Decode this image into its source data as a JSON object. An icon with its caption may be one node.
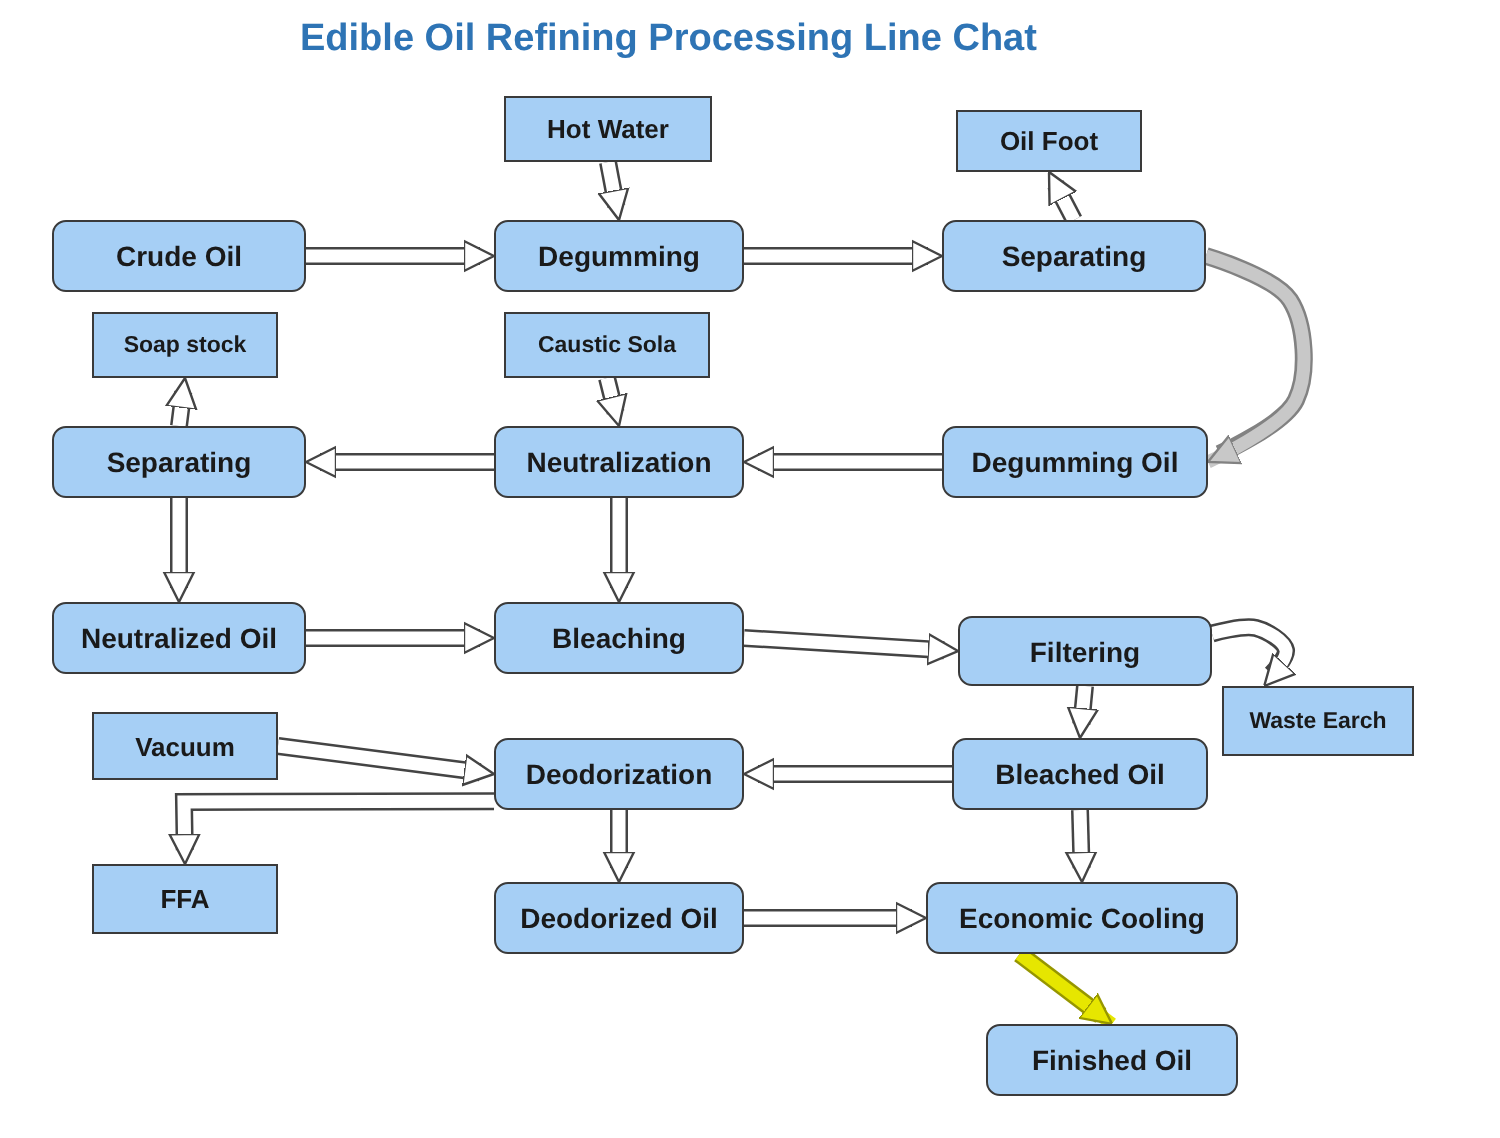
{
  "diagram": {
    "title": "Edible Oil Refining Processing Line Chat",
    "nodes": [
      {
        "text": [
          "Hot Water"
        ]
      },
      {
        "text": [
          "Oil Foot"
        ]
      },
      {
        "text": [
          "Crude Oil"
        ]
      },
      {
        "text": [
          "Degumming"
        ]
      },
      {
        "text": [
          "Separating"
        ]
      },
      {
        "text": [
          "Soap stock"
        ]
      },
      {
        "text": [
          "Caustic Sola"
        ]
      },
      {
        "text": [
          "Separating"
        ]
      },
      {
        "text": [
          "Neutralization"
        ]
      },
      {
        "text": [
          "Degumming Oil"
        ]
      },
      {
        "text": [
          "Neutralized Oil"
        ]
      },
      {
        "text": [
          "Bleaching"
        ]
      },
      {
        "text": [
          "Filtering"
        ]
      },
      {
        "text": [
          "Waste Earch"
        ]
      },
      {
        "text": [
          "Vacuum"
        ]
      },
      {
        "text": [
          "Deodorization"
        ]
      },
      {
        "text": [
          "Bleached Oil"
        ]
      },
      {
        "text": [
          "FFA"
        ]
      },
      {
        "text": [
          "Deodorized Oil"
        ]
      },
      {
        "text": [
          "Economic Cooling"
        ]
      },
      {
        "text": [
          "Finished Oil"
        ]
      }
    ],
    "edges": [
      {
        "from": 0,
        "to": 3,
        "arrow": "to"
      },
      {
        "from": 2,
        "to": 3,
        "arrow": "to"
      },
      {
        "from": 3,
        "to": 4,
        "arrow": "to"
      },
      {
        "from": 4,
        "to": 1,
        "arrow": "to"
      },
      {
        "from": 4,
        "to": 9,
        "arrow": "to",
        "color": "#c8c8c8"
      },
      {
        "from": 6,
        "to": 8,
        "arrow": "to"
      },
      {
        "from": 9,
        "to": 8,
        "arrow": "to"
      },
      {
        "from": 8,
        "to": 7,
        "arrow": "to"
      },
      {
        "from": 7,
        "to": 5,
        "arrow": "to"
      },
      {
        "from": 7,
        "to": 10,
        "arrow": "to"
      },
      {
        "from": 8,
        "to": 11,
        "arrow": "to"
      },
      {
        "from": 10,
        "to": 11,
        "arrow": "to"
      },
      {
        "from": 11,
        "to": 12,
        "arrow": "to"
      },
      {
        "from": 12,
        "to": 13,
        "arrow": "to"
      },
      {
        "from": 12,
        "to": 16,
        "arrow": "to"
      },
      {
        "from": 16,
        "to": 15,
        "arrow": "to"
      },
      {
        "from": 14,
        "to": 15,
        "arrow": "to"
      },
      {
        "from": 15,
        "to": 17,
        "arrow": "to"
      },
      {
        "from": 15,
        "to": 18,
        "arrow": "to"
      },
      {
        "from": 16,
        "to": 19,
        "arrow": "to"
      },
      {
        "from": 18,
        "to": 19,
        "arrow": "to"
      },
      {
        "from": 19,
        "to": 20,
        "arrow": "to",
        "color": "#e6e600"
      }
    ]
  }
}
